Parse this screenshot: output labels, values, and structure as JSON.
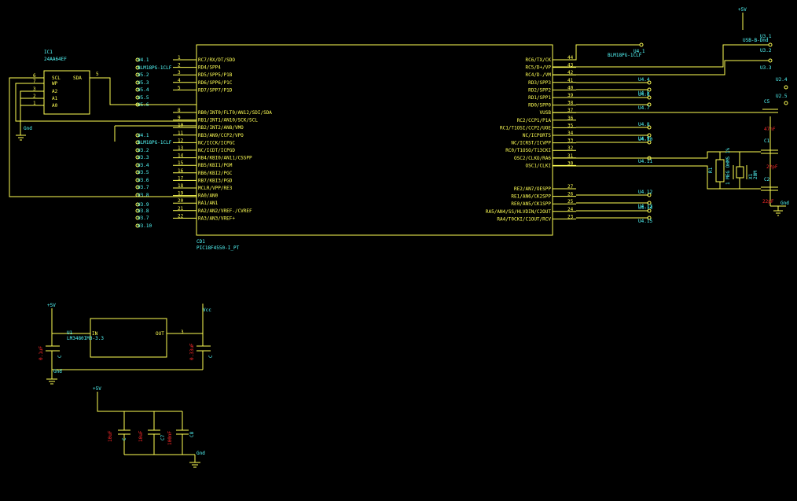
{
  "mcu": {
    "ref": "CD1",
    "part": "PIC18F4550-I_PT",
    "left_pins": [
      {
        "num": "1",
        "name": "RC7/RX/DT/SDO"
      },
      {
        "num": "2",
        "name": "RD4/SPP4"
      },
      {
        "num": "3",
        "name": "RD5/SPP5/P1B"
      },
      {
        "num": "4",
        "name": "RD6/SPP6/P1C"
      },
      {
        "num": "5",
        "name": "RD7/SPP7/P1D"
      },
      {
        "num": "8",
        "name": "RB0/INT0/FLT0/AN12/SDI/SDA"
      },
      {
        "num": "9",
        "name": "RB1/INT1/AN10/SCK/SCL"
      },
      {
        "num": "10",
        "name": "RB2/INT2/AN8/VMO"
      },
      {
        "num": "11",
        "name": "RB3/AN9/CCP2/VPO"
      },
      {
        "num": "12",
        "name": "NC/ICCK/ICPGC"
      },
      {
        "num": "13",
        "name": "NC/ICDT/ICPGD"
      },
      {
        "num": "14",
        "name": "RB4/KBI0/AN11/CSSPP"
      },
      {
        "num": "15",
        "name": "RB5/KBI1/PGM"
      },
      {
        "num": "16",
        "name": "RB6/KBI2/PGC"
      },
      {
        "num": "17",
        "name": "RB7/KBI3/PGD"
      },
      {
        "num": "18",
        "name": "MCLR/VPP/RE3"
      },
      {
        "num": "19",
        "name": "RA0/AN0"
      },
      {
        "num": "20",
        "name": "RA1/AN1"
      },
      {
        "num": "21",
        "name": "RA2/AN2/VREF-/CVREF"
      },
      {
        "num": "22",
        "name": "RA3/AN3/VREF+"
      }
    ],
    "right_pins": [
      {
        "num": "44",
        "name": "RC6/TX/CK"
      },
      {
        "num": "43",
        "name": "RC5/D+/VP"
      },
      {
        "num": "42",
        "name": "RC4/D-/VM"
      },
      {
        "num": "41",
        "name": "RD3/SPP3"
      },
      {
        "num": "40",
        "name": "RD2/SPP2"
      },
      {
        "num": "39",
        "name": "RD1/SPP1"
      },
      {
        "num": "38",
        "name": "RD0/SPP0"
      },
      {
        "num": "37",
        "name": "VUSB"
      },
      {
        "num": "36",
        "name": "RC2/CCP1/P1A"
      },
      {
        "num": "35",
        "name": "RC1/T1OSI/CCP2/UOE"
      },
      {
        "num": "34",
        "name": "NC/ICPORTS"
      },
      {
        "num": "33",
        "name": "NC/ICRST/ICVPP"
      },
      {
        "num": "32",
        "name": "RC0/T1OSO/T13CKI"
      },
      {
        "num": "31",
        "name": "OSC2/CLKO/RA6"
      },
      {
        "num": "30",
        "name": "OSC1/CLKI"
      },
      {
        "num": "27",
        "name": "RE2/AN7/OESPP"
      },
      {
        "num": "26",
        "name": "RE1/AN6/CK2SPP"
      },
      {
        "num": "25",
        "name": "RE0/AN5/CK1SPP"
      },
      {
        "num": "24",
        "name": "RA5/AN4/SS/HLVDIN/C2OUT"
      },
      {
        "num": "23",
        "name": "RA4/T0CKI/C1OUT/RCV"
      }
    ]
  },
  "left_net_labels": [
    "U4.1",
    "BLM18PG-1CLF",
    "U5.2",
    "U5.3",
    "U5.4",
    "U5.5",
    "U5.6",
    "U4.1",
    "BLM18PG-1CLF",
    "U3.2",
    "U3.3",
    "U3.4",
    "U3.5",
    "U3.6",
    "U3.7",
    "U3.8",
    "U3.9",
    "U3.8",
    "U3.7",
    "U3.10"
  ],
  "right_net_labels": [
    "U4.4",
    "U4.5",
    "U4.6",
    "U4.7",
    "U4.8",
    "U4.9",
    "U4.10",
    "U4.11",
    "U4.12",
    "U4.13",
    "U4.14",
    "U4.15"
  ],
  "eeprom": {
    "ref": "IC1",
    "part": "24AA64EF",
    "pins_left": [
      {
        "num": "6",
        "name": "SCL"
      },
      {
        "num": "7",
        "name": "WP"
      },
      {
        "num": "3",
        "name": "A2"
      },
      {
        "num": "2",
        "name": "A1"
      },
      {
        "num": "1",
        "name": "A0"
      }
    ],
    "pin_right": {
      "num": "5",
      "name": "SDA"
    },
    "gnd": "Gnd"
  },
  "top_right": {
    "vcc": "+5V",
    "usb_label": "USB-B-Dnd",
    "ferrite_top": "U4.1",
    "ferrite_part": "BLM18PG-1CLF",
    "u3_labels": [
      "U3.1",
      "U3.2",
      "U3.3"
    ],
    "u2_labels": [
      "U2.4",
      "U2.5"
    ]
  },
  "osc": {
    "c5": "C5",
    "c5_val": "47nF",
    "c1": "C1",
    "c1_val": "22pF",
    "c2": "C2",
    "c2_val": "22pF",
    "r1": "R1",
    "r1_val": "1 MEG OHMS 1%",
    "xtal": "X1",
    "xtal_val": "20M",
    "gnd": "Gnd"
  },
  "regulator": {
    "vin": "+5V",
    "vout": "Vcc",
    "ref": "U1",
    "part": "LM3480IM3-3.3",
    "in_label": "IN",
    "out_label": "OUT",
    "out_pin": "3",
    "c_in": "C",
    "c_in_val": "0.1uF",
    "c_out": "C",
    "c_out_val": "0.33uF",
    "gnd": "Gnd"
  },
  "bulk": {
    "vcc": "+5V",
    "caps": [
      {
        "name": "C",
        "val": "10uF"
      },
      {
        "name": "C7",
        "val": "10uF"
      },
      {
        "name": "C8",
        "val": "100nF"
      }
    ],
    "gnd": "Gnd"
  }
}
